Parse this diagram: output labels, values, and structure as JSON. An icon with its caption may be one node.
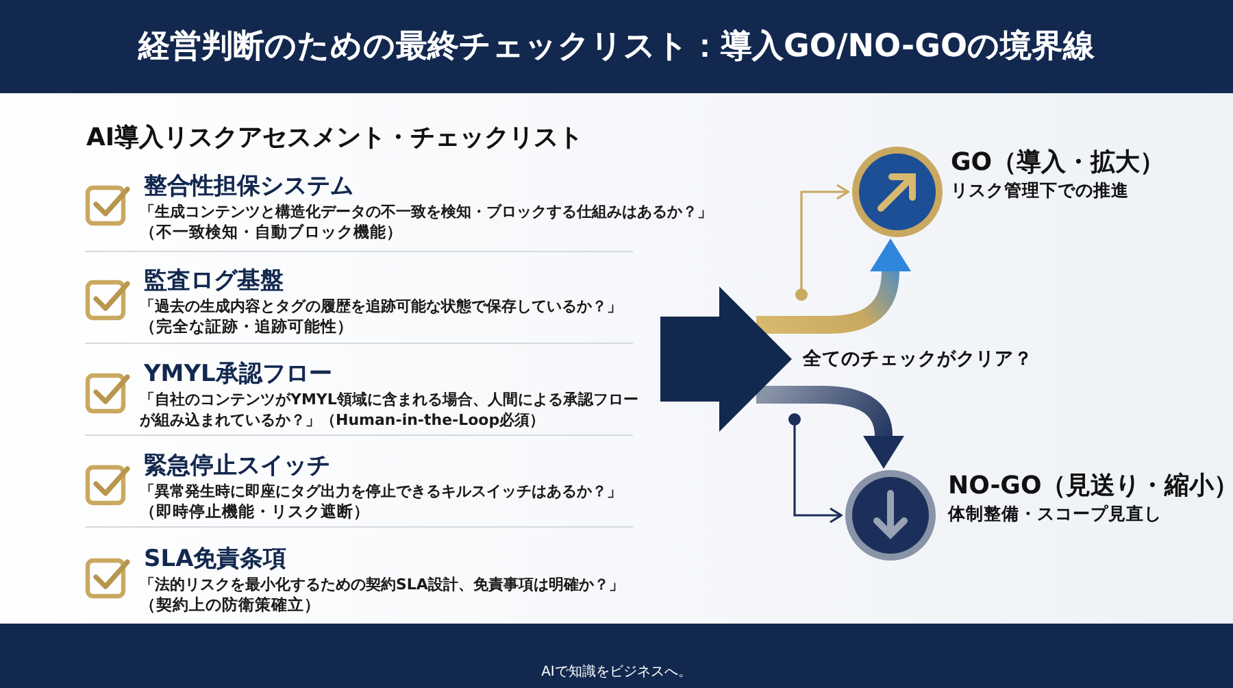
{
  "diagram": {
    "title": "経営判断のための最終チェックリスト：導入GO/NO-GOの境界線",
    "nodes": [
      {
        "text": [],
        "shape": "arrow",
        "beside": [
          "全てのチェックがクリア？"
        ]
      },
      {
        "text": [
          "GO（導入・拡大）",
          "リスク管理下での推進"
        ]
      },
      {
        "text": [
          "NO-GO（見送り・縮小）",
          "体制整備・スコープ見直し"
        ]
      }
    ],
    "edges": [
      {
        "from": 0,
        "to": 1,
        "arrow": "to",
        "style": "thick"
      },
      {
        "from": 0,
        "to": 2,
        "arrow": "to",
        "style": "thick",
        "color": "#1b2f5a"
      },
      {
        "from": null,
        "to": 1,
        "arrow": "to",
        "color": "#c9a860"
      },
      {
        "from": null,
        "to": 2,
        "arrow": "to",
        "color": "#1b2f5a"
      }
    ],
    "labels": [
      "AI導入リスクアセスメント・チェックリスト",
      "整合性担保システム",
      "「生成コンテンツと構造化データの不一致を検知・ブロックする仕組みはあるか？」",
      "（不一致検知・自動ブロック機能）",
      "監査ログ基盤",
      "「過去の生成内容とタグの履歴を追跡可能な状態で保存しているか？」",
      "（完全な証跡・追跡可能性）",
      "YMYL承認フロー",
      "「自社のコンテンツがYMYL領域に含まれる場合、人間による承認フローが組み込まれているか？」（Human-in-the-Loop必須）",
      "緊急停止スイッチ",
      "「異常発生時に即座にタグ出力を停止できるキルスイッチはあるか？」",
      "（即時停止機能・リスク遮断）",
      "SLA免責条項",
      "「法的リスクを最小化するための契約SLA設計、免責事項は明確か？」",
      "（契約上の防衛策確立）",
      "AIで知識をビジネスへ。"
    ]
  }
}
